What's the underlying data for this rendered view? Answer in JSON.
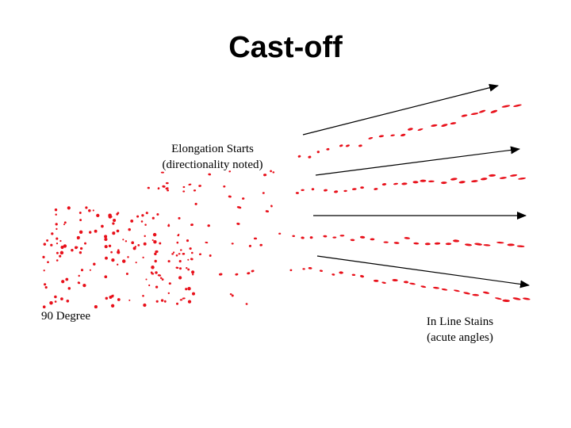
{
  "title": "Cast-off",
  "labels": {
    "elongation_line1": "Elongation Starts",
    "elongation_line2": "(directionality noted)",
    "ninety_degree": "90 Degree",
    "inline_line1": "In Line Stains",
    "inline_line2": "(acute angles)"
  },
  "colors": {
    "stain": "#e8101a",
    "arrow": "#000000",
    "text": "#000000"
  },
  "arrows": [
    "arrow-1",
    "arrow-2",
    "arrow-3",
    "arrow-4"
  ]
}
